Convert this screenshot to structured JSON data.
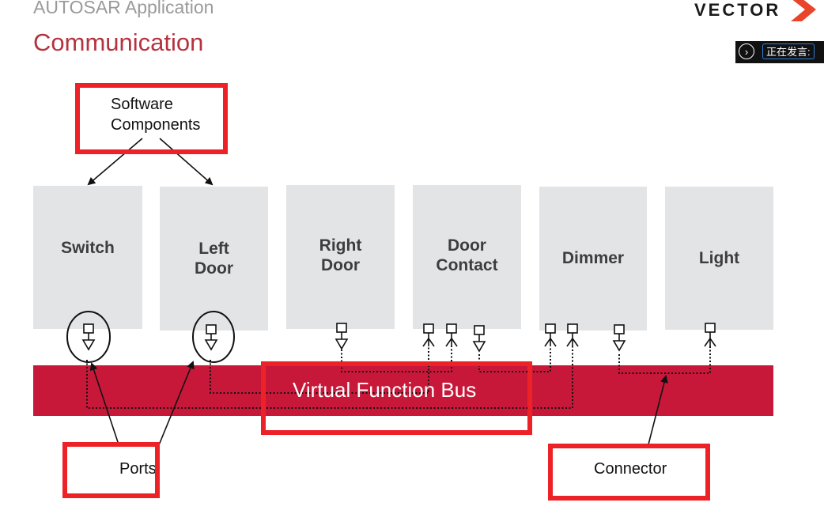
{
  "header": {
    "subtitle": "AUTOSAR Application",
    "title": "Communication"
  },
  "logo": {
    "text": "VECTOR",
    "accent_color": "#e8452a"
  },
  "speaking_indicator": {
    "label": "正在发言:",
    "icon": "chevron-right-icon"
  },
  "components": [
    {
      "id": "switch",
      "label": "Switch"
    },
    {
      "id": "left-door",
      "label": "Left\nDoor"
    },
    {
      "id": "right-door",
      "label": "Right\nDoor"
    },
    {
      "id": "door-contact",
      "label": "Door\nContact"
    },
    {
      "id": "dimmer",
      "label": "Dimmer"
    },
    {
      "id": "light",
      "label": "Light"
    }
  ],
  "bus": {
    "label": "Virtual Function Bus",
    "color": "#c8183a"
  },
  "callouts": {
    "software_components": "Software\nComponents",
    "ports": "Ports",
    "connector": "Connector"
  },
  "colors": {
    "title": "#b5323f",
    "highlight": "#ec2227",
    "component_fill": "#e3e4e6"
  }
}
